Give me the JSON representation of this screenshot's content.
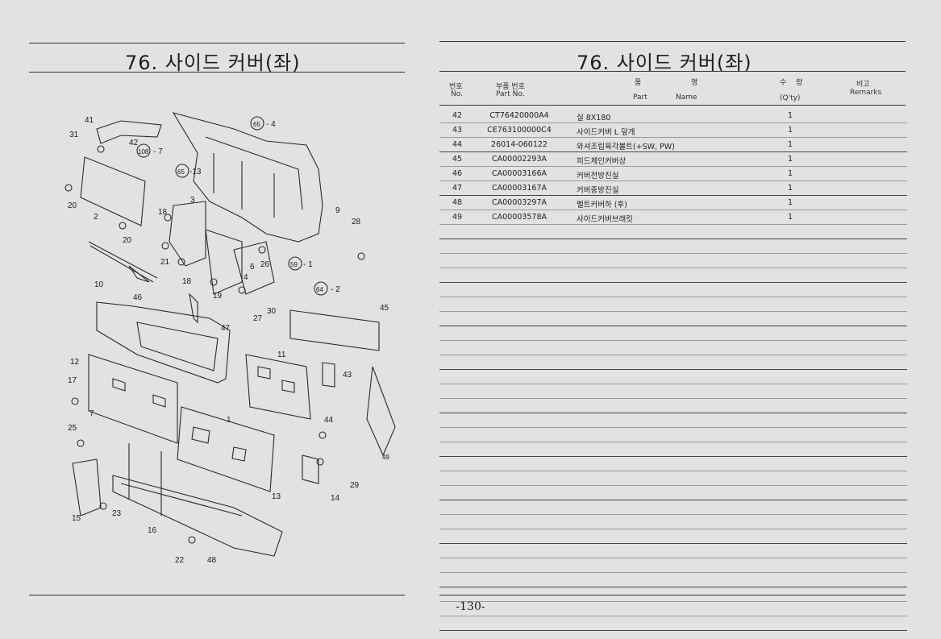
{
  "left_page": {
    "title": "76. 사이드 커버(좌)",
    "callouts": [
      "41",
      "31",
      "42",
      "108",
      "7",
      "65",
      "4",
      "65",
      "13",
      "3",
      "18",
      "20",
      "2",
      "20",
      "9",
      "28",
      "21",
      "6",
      "26",
      "59",
      "1",
      "18",
      "4",
      "19",
      "64",
      "2",
      "10",
      "46",
      "27",
      "30",
      "45",
      "47",
      "12",
      "11",
      "17",
      "43",
      "7",
      "25",
      "1",
      "44",
      "29",
      "23",
      "13",
      "14",
      "15",
      "16",
      "22",
      "48",
      "49"
    ]
  },
  "right_page": {
    "title": "76. 사이드 커버(좌)",
    "headers": {
      "no_ko": "번호",
      "no_en": "No.",
      "part_ko": "부품 번호",
      "part_en": "Part  No.",
      "name_ko_1": "품",
      "name_ko_2": "명",
      "name_en_1": "Part",
      "name_en_2": "Name",
      "qty_ko_1": "수",
      "qty_ko_2": "량",
      "qty_en": "(Q'ty)",
      "remark_ko": "비고",
      "remark_en": "Remarks"
    },
    "rows": [
      {
        "no": "42",
        "part": "CT76420000A4",
        "name": "실 8X180",
        "qty": "1"
      },
      {
        "no": "43",
        "part": "CE763100000C4",
        "name": "사이드커버 L 덮개",
        "qty": "1"
      },
      {
        "no": "44",
        "part": "26014-060122",
        "name": "와셔조립육각볼트(+SW, PW)",
        "qty": "1"
      },
      {
        "no": "45",
        "part": "CA00002293A",
        "name": "피드체인커버상",
        "qty": "1"
      },
      {
        "no": "46",
        "part": "CA00003166A",
        "name": "커버전방진실",
        "qty": "1"
      },
      {
        "no": "47",
        "part": "CA00003167A",
        "name": "커버중방진실",
        "qty": "1"
      },
      {
        "no": "48",
        "part": "CA00003297A",
        "name": "벨트커버하 (후)",
        "qty": "1"
      },
      {
        "no": "49",
        "part": "CA00003578A",
        "name": "사이드커버브래킷",
        "qty": "1"
      },
      {
        "no": "",
        "part": "",
        "name": "",
        "qty": ""
      },
      {
        "no": "",
        "part": "",
        "name": "",
        "qty": ""
      },
      {
        "no": "",
        "part": "",
        "name": "",
        "qty": ""
      },
      {
        "no": "",
        "part": "",
        "name": "",
        "qty": ""
      },
      {
        "no": "",
        "part": "",
        "name": "",
        "qty": ""
      },
      {
        "no": "",
        "part": "",
        "name": "",
        "qty": ""
      },
      {
        "no": "",
        "part": "",
        "name": "",
        "qty": ""
      },
      {
        "no": "",
        "part": "",
        "name": "",
        "qty": ""
      },
      {
        "no": "",
        "part": "",
        "name": "",
        "qty": ""
      },
      {
        "no": "",
        "part": "",
        "name": "",
        "qty": ""
      },
      {
        "no": "",
        "part": "",
        "name": "",
        "qty": ""
      },
      {
        "no": "",
        "part": "",
        "name": "",
        "qty": ""
      },
      {
        "no": "",
        "part": "",
        "name": "",
        "qty": ""
      },
      {
        "no": "",
        "part": "",
        "name": "",
        "qty": ""
      },
      {
        "no": "",
        "part": "",
        "name": "",
        "qty": ""
      },
      {
        "no": "",
        "part": "",
        "name": "",
        "qty": ""
      },
      {
        "no": "",
        "part": "",
        "name": "",
        "qty": ""
      },
      {
        "no": "",
        "part": "",
        "name": "",
        "qty": ""
      },
      {
        "no": "",
        "part": "",
        "name": "",
        "qty": ""
      },
      {
        "no": "",
        "part": "",
        "name": "",
        "qty": ""
      },
      {
        "no": "",
        "part": "",
        "name": "",
        "qty": ""
      },
      {
        "no": "",
        "part": "",
        "name": "",
        "qty": ""
      },
      {
        "no": "",
        "part": "",
        "name": "",
        "qty": ""
      },
      {
        "no": "",
        "part": "",
        "name": "",
        "qty": ""
      },
      {
        "no": "",
        "part": "",
        "name": "",
        "qty": ""
      },
      {
        "no": "",
        "part": "",
        "name": "",
        "qty": ""
      },
      {
        "no": "",
        "part": "",
        "name": "",
        "qty": ""
      },
      {
        "no": "",
        "part": "",
        "name": "",
        "qty": ""
      }
    ]
  },
  "page_number": "-130-"
}
